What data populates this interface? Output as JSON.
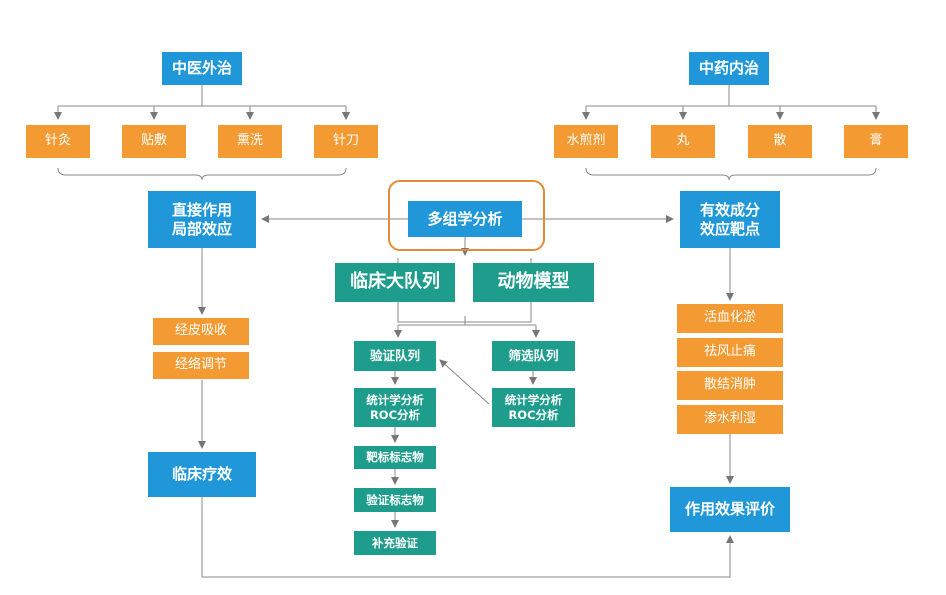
{
  "external_treatment": {
    "title": "中医外治",
    "methods": [
      "针灸",
      "贴敷",
      "熏洗",
      "针刀"
    ]
  },
  "internal_treatment": {
    "title": "中药内治",
    "forms": [
      "水煎剂",
      "丸",
      "散",
      "膏"
    ]
  },
  "center": {
    "multiomics": "多组学分析",
    "clinical_cohort": "临床大队列",
    "animal_model": "动物模型"
  },
  "left_branch": {
    "direct_effect": "直接作用\n局部效应",
    "mechanisms": [
      "经皮吸收",
      "经络调节"
    ],
    "outcome": "临床疗效"
  },
  "right_branch": {
    "components": "有效成分\n效应靶点",
    "effects": [
      "活血化淤",
      "祛风止痛",
      "散结消肿",
      "渗水利湿"
    ],
    "evaluation": "作用效果评价"
  },
  "validation": {
    "validation_cohort": "验证队列",
    "screening_cohort": "筛选队列",
    "stats_left": "统计学分析\nROC分析",
    "stats_right": "统计学分析\nROC分析",
    "target_markers": "靶标标志物",
    "verify_markers": "验证标志物",
    "supplementary": "补充验证"
  },
  "colors": {
    "blue": "#1f97d8",
    "orange": "#f39a33",
    "teal": "#1e9d8d",
    "highlight": "#e58a3a",
    "line": "#777777"
  }
}
